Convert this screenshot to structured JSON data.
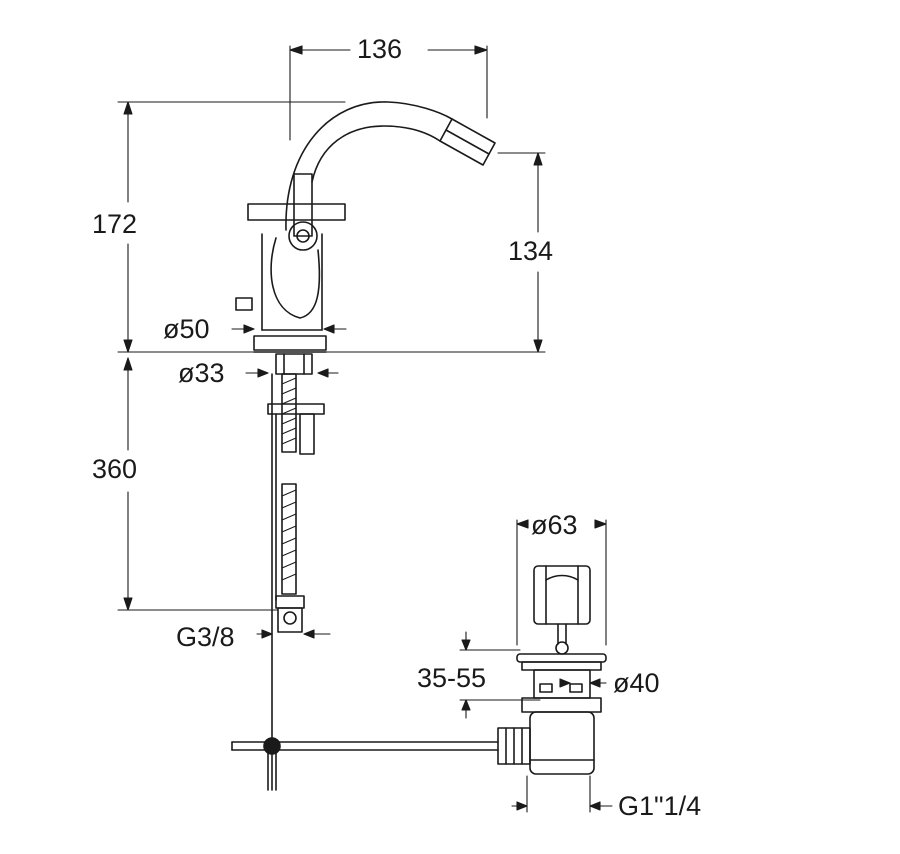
{
  "drawing": {
    "line_color": "#1a1a1a",
    "dimensions": {
      "spout_reach": "136",
      "total_height": "172",
      "spout_height": "134",
      "base_diameter": "ø50",
      "shank_diameter": "ø33",
      "hose_length": "360",
      "hose_connection": "G3/8",
      "waste_cap_diameter": "ø63",
      "waste_thickness_range": "35-55",
      "waste_body_diameter": "ø40",
      "waste_thread": "G1\"1/4"
    }
  }
}
